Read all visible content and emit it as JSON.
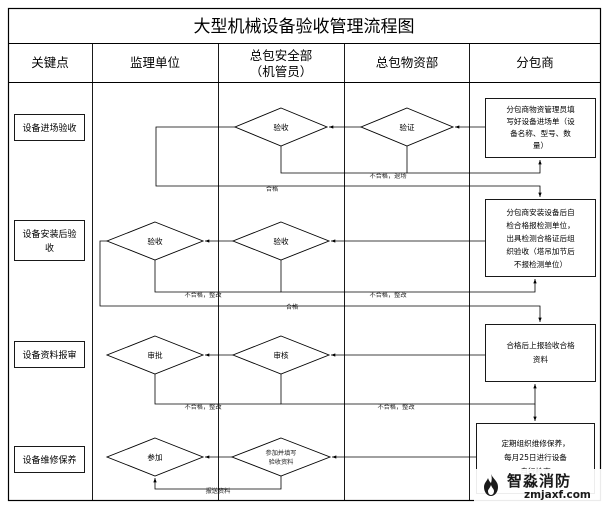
{
  "title": "大型机械设备验收管理流程图",
  "columns": {
    "key": "关键点",
    "supervisor": "监理单位",
    "safety_line1": "总包安全部",
    "safety_line2": "（机管员）",
    "materials": "总包物资部",
    "subcontractor": "分包商"
  },
  "rows": {
    "entry": "设备进场验收",
    "install_line1": "设备安装后验",
    "install_line2": "收",
    "docs": "设备资料报审",
    "maintain": "设备维修保养"
  },
  "nodes": {
    "row1_box": [
      "分包商物资管理员填",
      "写好设备进场单（设",
      "备名称、型号、数",
      "量）"
    ],
    "row1_verify": "验证",
    "row1_accept": "验收",
    "row2_box": [
      "分包商安装设备后自",
      "检合格报检测单位，",
      "出具检测合格证后组",
      "织验收（塔吊加节后",
      "不报检测单位）"
    ],
    "row2_safety_accept": "验收",
    "row2_super_accept": "验收",
    "row3_box": [
      "合格后上报验收合格",
      "资料"
    ],
    "row3_review": "审核",
    "row3_approve": "审批",
    "row4_box": [
      "定期组织维修保养，",
      "每月25日进行设备",
      "自行检查"
    ],
    "row4_fill": [
      "参加并填写",
      "验收资料"
    ],
    "row4_join": "参加"
  },
  "edge_labels": {
    "fail_exit": "不合格，退场",
    "pass": "合格",
    "fail_fix": "不合格，整改",
    "report": "报送资料"
  },
  "watermark": {
    "name": "智淼消防",
    "url": "zmjaxf.com"
  },
  "colors": {
    "line": "#000000",
    "text": "#111111",
    "background": "#ffffff"
  }
}
